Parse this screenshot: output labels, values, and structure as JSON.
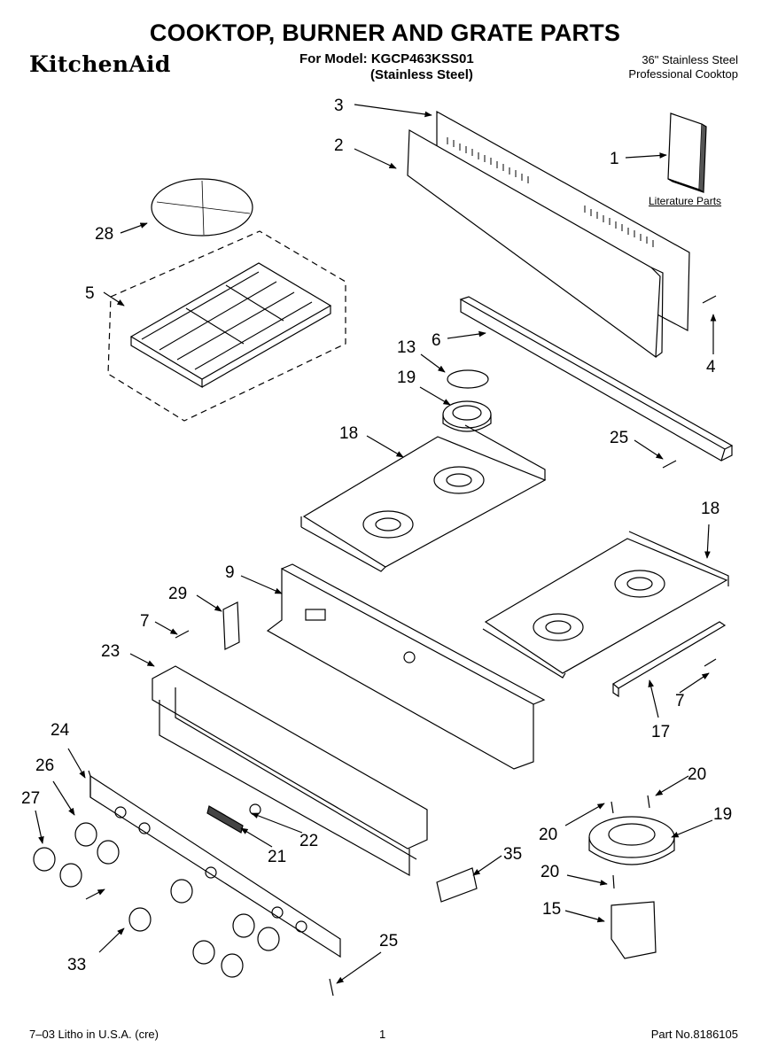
{
  "header": {
    "title": "COOKTOP, BURNER AND GRATE PARTS",
    "brand": "KitchenAid",
    "model_line": "For Model: KGCP463KSS01",
    "model_finish": "(Stainless Steel)",
    "description_line1": "36\" Stainless Steel",
    "description_line2": "Professional Cooktop"
  },
  "literature_label": "Literature Parts",
  "callouts": {
    "c1": "1",
    "c2": "2",
    "c3": "3",
    "c4": "4",
    "c5": "5",
    "c6": "6",
    "c7a": "7",
    "c7b": "7",
    "c9": "9",
    "c13": "13",
    "c15": "15",
    "c17": "17",
    "c18a": "18",
    "c18b": "18",
    "c19a": "19",
    "c19b": "19",
    "c20a": "20",
    "c20b": "20",
    "c20c": "20",
    "c21": "21",
    "c22": "22",
    "c23": "23",
    "c24": "24",
    "c25a": "25",
    "c25b": "25",
    "c26": "26",
    "c27": "27",
    "c28": "28",
    "c29": "29",
    "c33": "33",
    "c35": "35"
  },
  "footer": {
    "left": "7–03 Litho in U.S.A. (cre)",
    "page": "1",
    "part_no": "Part No.8186105"
  }
}
